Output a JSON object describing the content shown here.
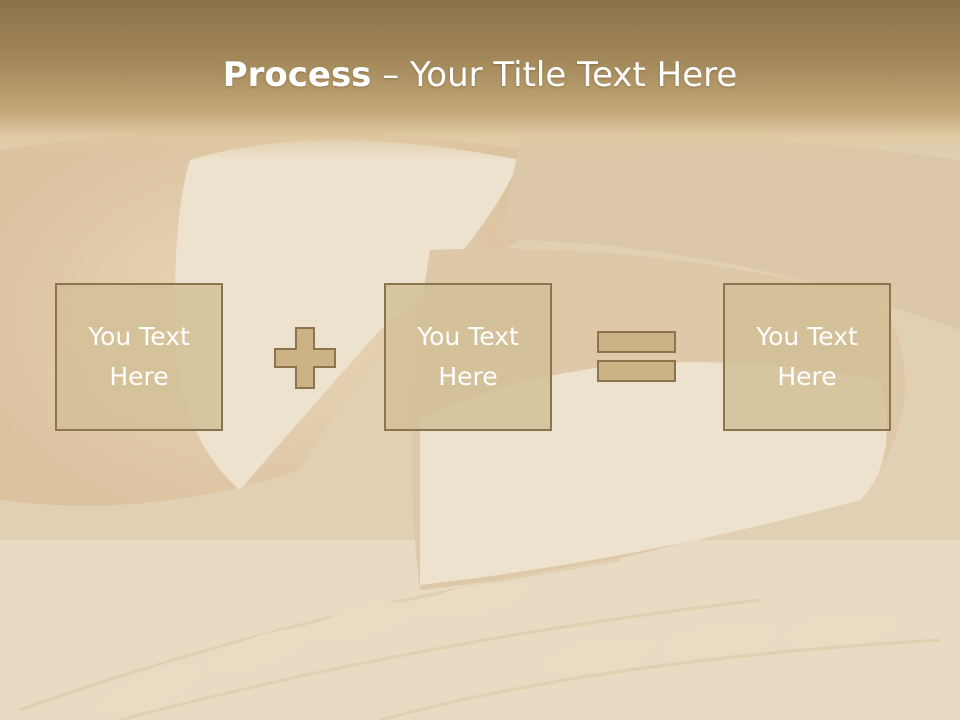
{
  "slide": {
    "title_bold": "Process",
    "title_rest": " – Your Title Text Here"
  },
  "boxes": [
    {
      "label": "You Text\nHere"
    },
    {
      "label": "You Text\nHere"
    },
    {
      "label": "You Text\nHere"
    }
  ],
  "colors": {
    "box_fill": "#d2be96",
    "box_border": "#8c744f",
    "symbol_fill": "#cbb386",
    "header": "#9a8055",
    "background": "#e6d6be"
  },
  "icons": [
    "plus-icon",
    "equals-icon"
  ]
}
